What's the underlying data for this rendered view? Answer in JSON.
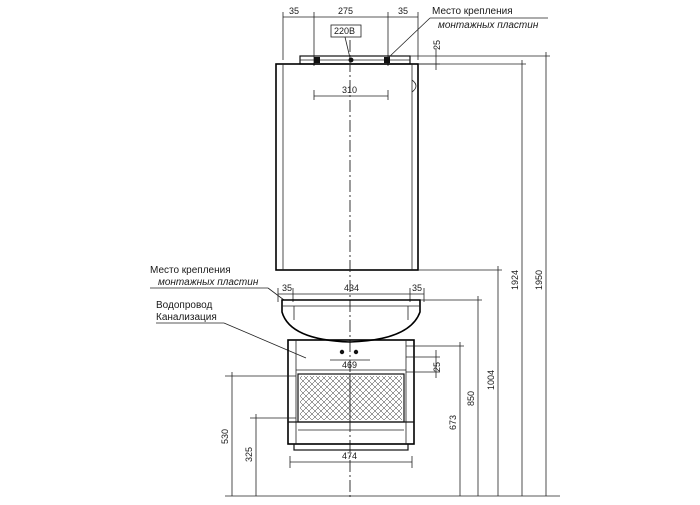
{
  "cabinet": {
    "label_mount_title": "Место крепления",
    "label_mount_sub": "монтажных пластин",
    "dim_top_left": "35",
    "dim_top_middle": "275",
    "dim_top_right": "35",
    "voltage": "220В",
    "dim_offset": "25",
    "dim_width": "310"
  },
  "vanity": {
    "label_mount_title": "Место крепления",
    "label_mount_sub": "монтажных пластин",
    "label_water": "Водопровод",
    "label_sewer": "Канализация",
    "dim_left": "35",
    "dim_middle": "434",
    "dim_right": "35",
    "dim_inner_width": "469",
    "dim_offset": "25",
    "dim_base_width": "474",
    "dim_530": "530",
    "dim_325": "325",
    "dim_673": "673",
    "dim_850": "850",
    "dim_1004": "1004",
    "dim_1924": "1924",
    "dim_1950": "1950"
  }
}
